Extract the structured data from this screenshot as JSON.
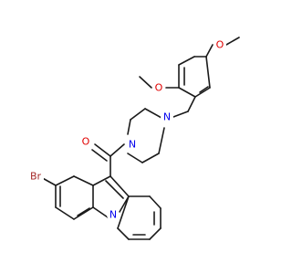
{
  "molecule": {
    "atoms": [
      {
        "id": "O_carbonyl",
        "label": "O",
        "color": "#e00000"
      },
      {
        "id": "N_pip_a",
        "label": "N",
        "color": "#0000ee"
      },
      {
        "id": "N_pip_b",
        "label": "N",
        "color": "#0000ee"
      },
      {
        "id": "O_methoxy_top",
        "label": "O",
        "color": "#e00000"
      },
      {
        "id": "O_methoxy_left",
        "label": "O",
        "color": "#e00000"
      },
      {
        "id": "Br",
        "label": "Br",
        "color": "#a52a2a"
      },
      {
        "id": "N_quinoline",
        "label": "N",
        "color": "#0000ee"
      }
    ]
  }
}
